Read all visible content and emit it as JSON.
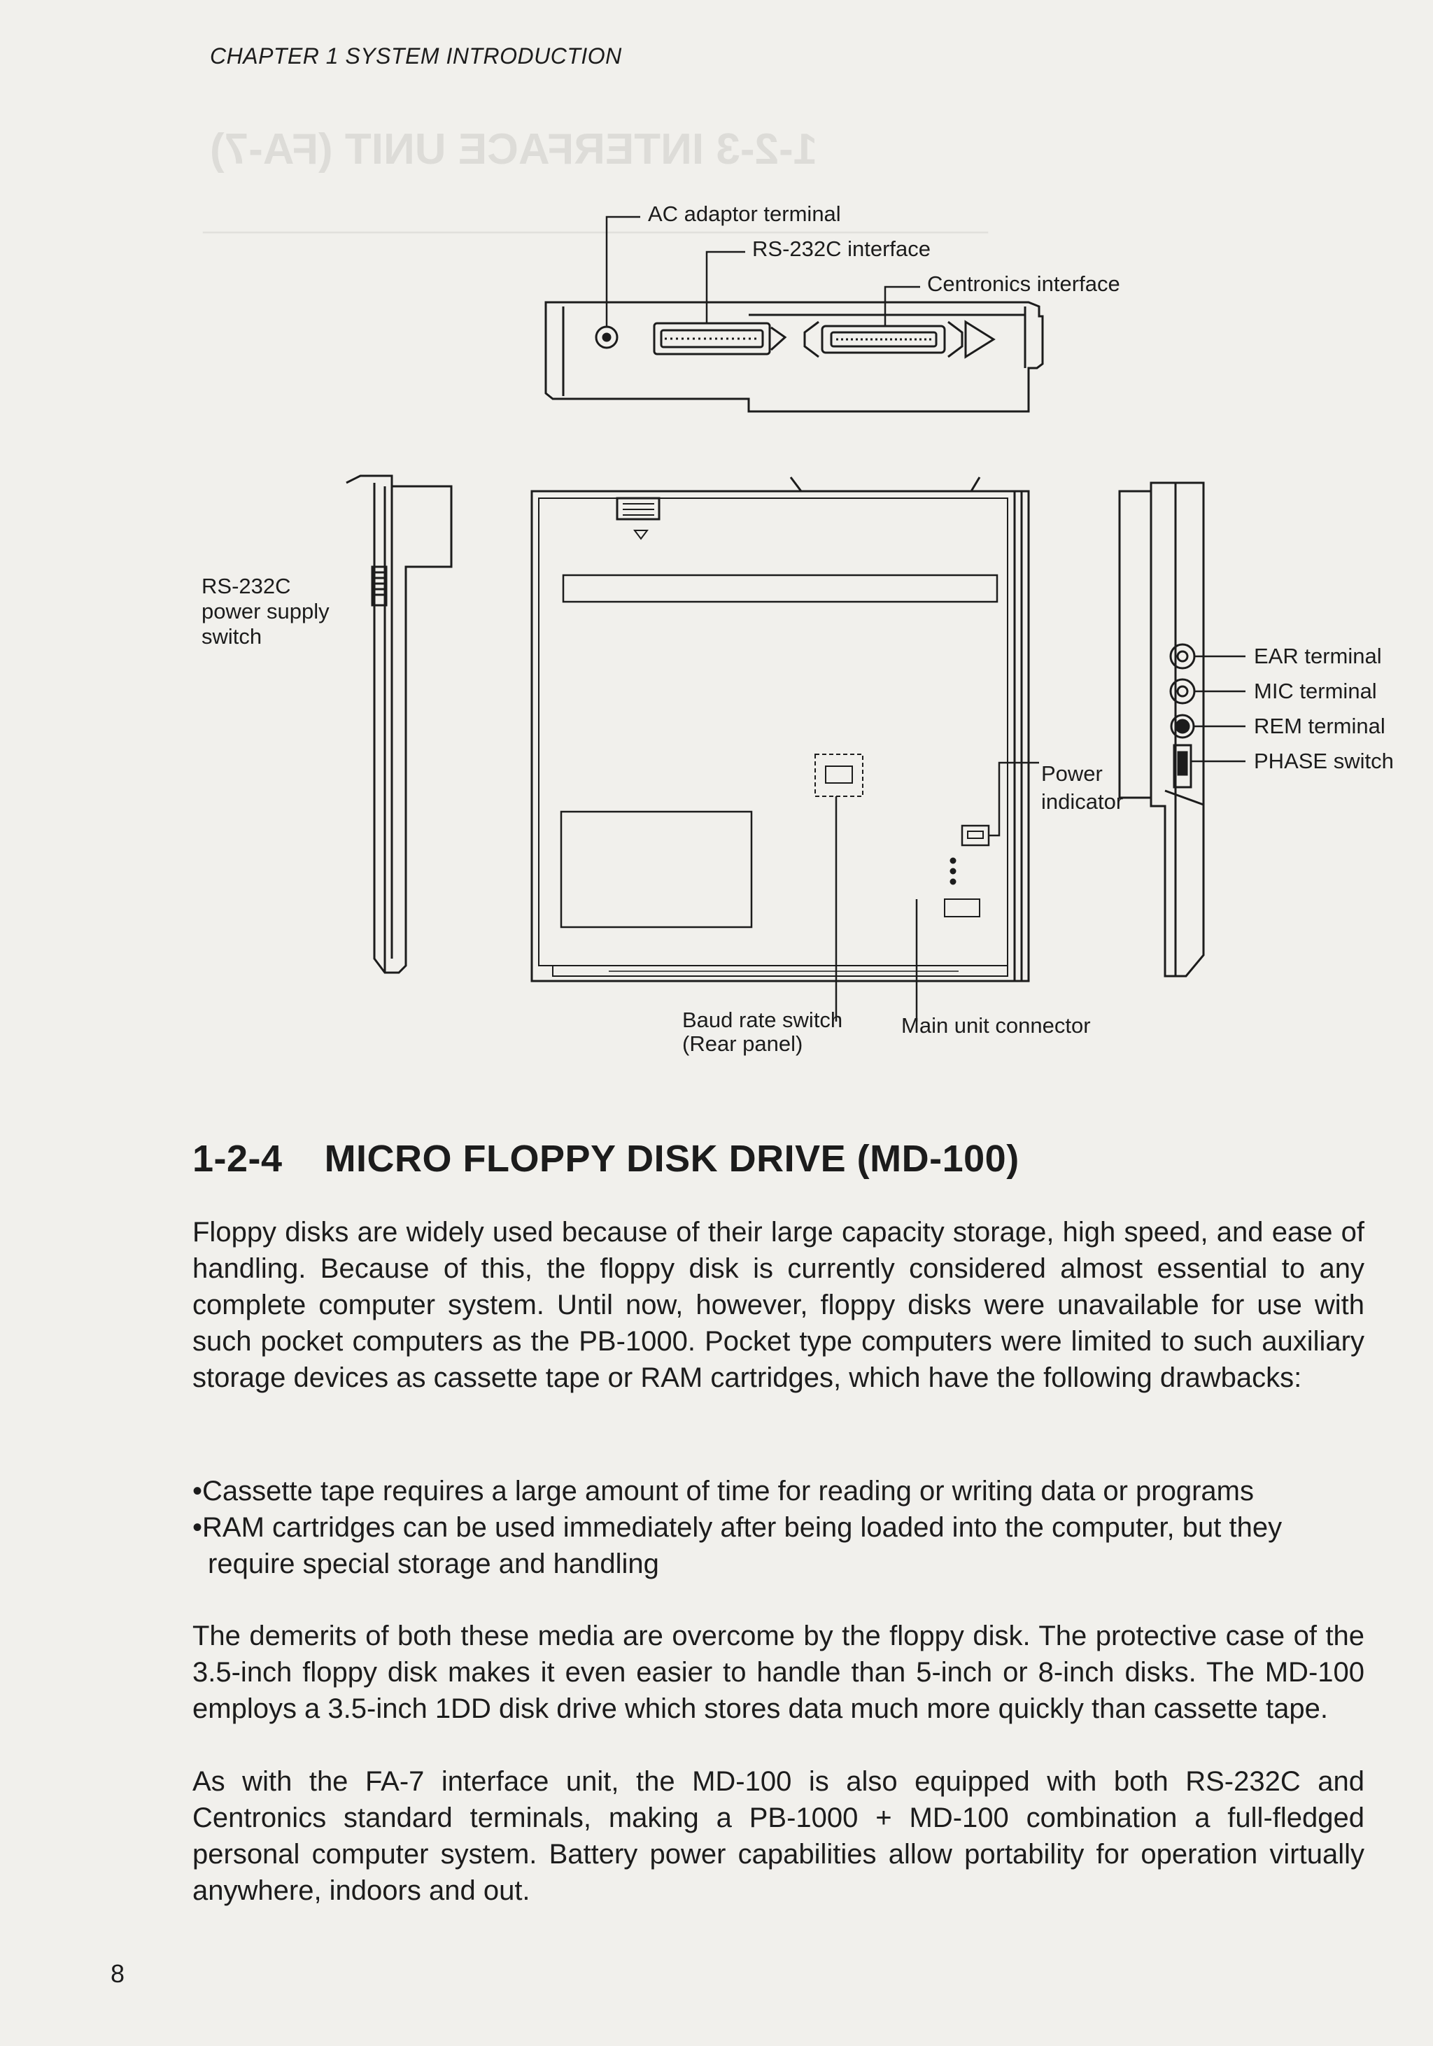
{
  "header": {
    "running_head": "CHAPTER 1   SYSTEM INTRODUCTION"
  },
  "figure": {
    "labels": {
      "ac_adaptor": "AC adaptor terminal",
      "rs232c_interface": "RS-232C interface",
      "centronics_interface": "Centronics interface",
      "rs232c_power_switch_1": "RS-232C",
      "rs232c_power_switch_2": "power supply",
      "rs232c_power_switch_3": "switch",
      "ear_terminal": "EAR terminal",
      "mic_terminal": "MIC terminal",
      "rem_terminal": "REM terminal",
      "phase_switch": "PHASE switch",
      "power_indicator_1": "Power",
      "power_indicator_2": "indicator",
      "baud_rate_1": "Baud rate switch",
      "baud_rate_2": "(Rear panel)",
      "main_unit_connector": "Main unit connector"
    }
  },
  "section": {
    "number": "1-2-4",
    "title": "MICRO FLOPPY DISK DRIVE (MD-100)"
  },
  "paragraphs": {
    "intro": "Floppy disks are widely used because of their large capacity storage, high speed, and ease of handling. Because of this, the floppy disk is currently considered almost essential to any complete computer system. Until now, however, floppy disks were unavailable for use with such pocket computers as the PB-1000. Pocket type computers were limited to such auxiliary storage devices as cassette tape or RAM cartridges, which have the following drawbacks:",
    "bullet_1": "•Cassette tape requires a large amount of time for reading or writing data or programs",
    "bullet_2": "•RAM cartridges can be used immediately after being loaded into the computer, but they require special storage and handling",
    "demerits": "The demerits of both these media are overcome by the floppy disk. The protective case of the 3.5-inch floppy disk makes it even easier to handle than 5-inch or 8-inch disks. The MD-100 employs a 3.5-inch 1DD disk drive which stores data much more quickly than cassette tape.",
    "fa7": "As with the FA-7 interface unit, the MD-100 is also equipped with both RS-232C and Centronics standard terminals, making a PB-1000 + MD-100 combination a full-fledged personal computer system. Battery power capabilities allow portability for operation virtually anywhere, indoors and out."
  },
  "footer": {
    "page_number": "8"
  }
}
